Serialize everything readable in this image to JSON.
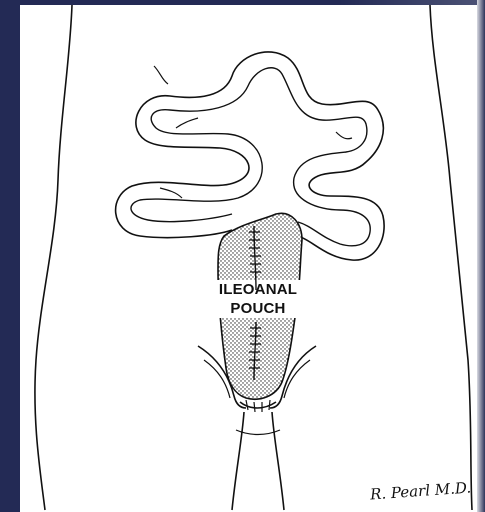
{
  "diagram": {
    "label_line1": "ILEOANAL",
    "label_line2": "POUCH",
    "signature": "R. Pearl M.D."
  },
  "colors": {
    "frame": "#232a55",
    "ink": "#111111",
    "background": "#ffffff"
  }
}
